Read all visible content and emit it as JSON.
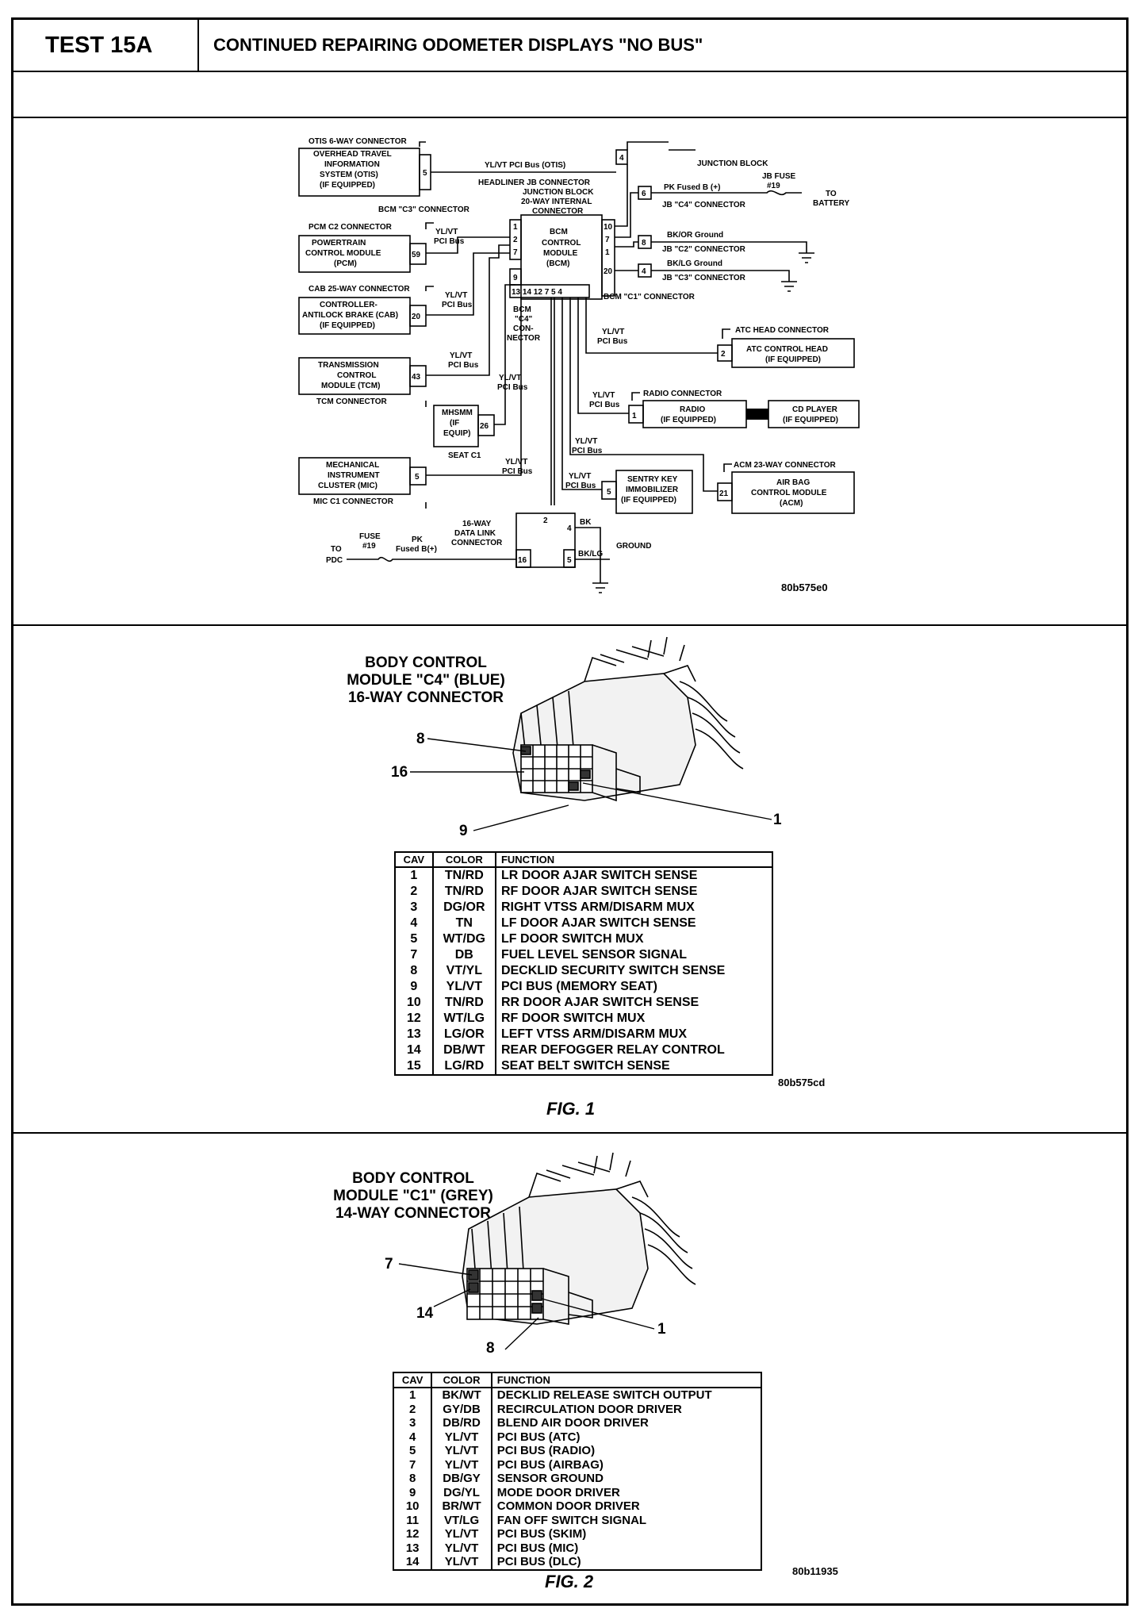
{
  "header": {
    "test_id": "TEST 15A",
    "title": "CONTINUED REPAIRING ODOMETER DISPLAYS \"NO BUS\""
  },
  "schematic": {
    "labels": {
      "otis_conn": "OTIS 6-WAY CONNECTOR",
      "otis1": "OVERHEAD TRAVEL",
      "otis2": "INFORMATION",
      "otis3": "SYSTEM (OTIS)",
      "otis4": "(IF EQUIPPED)",
      "otis_pin": "5",
      "otis_wire": "YL/VT PCI Bus (OTIS)",
      "headliner": "HEADLINER JB CONNECTOR",
      "jb_label": "JUNCTION BLOCK",
      "jb_internal1": "JUNCTION BLOCK",
      "jb_internal2": "20-WAY INTERNAL",
      "jb_internal3": "CONNECTOR",
      "bcm_c3": "BCM \"C3\" CONNECTOR",
      "bcm1": "BCM",
      "bcm2": "CONTROL",
      "bcm3": "MODULE",
      "bcm4": "(BCM)",
      "pcm_conn": "PCM C2 CONNECTOR",
      "pcm1": "POWERTRAIN",
      "pcm2": "CONTROL MODULE",
      "pcm3": "(PCM)",
      "pcm_pin": "59",
      "pci_yl": "YL/VT",
      "pci_bus": "PCI Bus",
      "cab_conn": "CAB 25-WAY CONNECTOR",
      "cab1": "CONTROLLER-",
      "cab2": "ANTILOCK BRAKE (CAB)",
      "cab3": "(IF EQUIPPED)",
      "cab_pin": "20",
      "tcm1": "TRANSMISSION",
      "tcm2": "CONTROL",
      "tcm3": "MODULE (TCM)",
      "tcm_conn": "TCM CONNECTOR",
      "tcm_pin": "43",
      "mhsmm1": "MHSMM",
      "mhsmm2": "(IF",
      "mhsmm3": "EQUIP)",
      "mhsmm_pin": "26",
      "seat_c1": "SEAT C1",
      "mic1": "MECHANICAL",
      "mic2": "INSTRUMENT",
      "mic3": "CLUSTER (MIC)",
      "mic_conn": "MIC C1 CONNECTOR",
      "mic_pin": "5",
      "bcm_c4_1": "BCM",
      "bcm_c4_2": "\"C4\"",
      "bcm_c4_3": "CON-",
      "bcm_c4_4": "NECTOR",
      "bcm_c1": "BCM \"C1\" CONNECTOR",
      "bcm_bottom_pins": "13 14  12  7  5  4",
      "pk_fused": "PK Fused B (+)",
      "jb_fuse1": "JB FUSE",
      "jb_fuse2": "#19",
      "to": "TO",
      "battery": "BATTERY",
      "jb_c4": "JB \"C4\" CONNECTOR",
      "bkor": "BK/OR Ground",
      "jb_c2": "JB \"C2\" CONNECTOR",
      "bklg_ground": "BK/LG Ground",
      "jb_c3": "JB \"C3\" CONNECTOR",
      "atc_conn": "ATC HEAD CONNECTOR",
      "atc1": "ATC CONTROL HEAD",
      "atc2": "(IF EQUIPPED)",
      "atc_pin": "2",
      "radio_conn": "RADIO CONNECTOR",
      "radio1": "RADIO",
      "radio2": "(IF EQUIPPED)",
      "radio_pin": "1",
      "cd1": "CD PLAYER",
      "cd2": "(IF EQUIPPED)",
      "sentry1": "SENTRY KEY",
      "sentry2": "IMMOBILIZER",
      "sentry3": "(IF EQUIPPED)",
      "sentry_pin": "5",
      "acm_conn": "ACM 23-WAY CONNECTOR",
      "acm1": "AIR BAG",
      "acm2": "CONTROL MODULE",
      "acm3": "(ACM)",
      "acm_pin": "21",
      "dlc1": "16-WAY",
      "dlc2": "DATA LINK",
      "dlc3": "CONNECTOR",
      "fuse1": "FUSE",
      "fuse2": "#19",
      "pk": "PK",
      "pk_fused2": "Fused B(+)",
      "to_pdc1": "TO",
      "to_pdc2": "PDC",
      "bk": "BK",
      "bklg": "BK/LG",
      "ground": "GROUND",
      "dlc_pin2": "2",
      "dlc_pin4": "4",
      "dlc_pin5": "5",
      "dlc_pin16": "16",
      "pin1": "1",
      "pin2": "2",
      "pin4": "4",
      "pin7": "7",
      "pin8": "8",
      "pin9": "9",
      "pin10": "10",
      "pin20": "20",
      "jb_pin4": "4",
      "jb_pin6": "6",
      "jb_pin8": "8",
      "jb_pin4b": "4"
    },
    "ref_code": "80b575e0"
  },
  "fig1": {
    "title_lines": [
      "BODY CONTROL",
      "MODULE \"C4\" (BLUE)",
      "16-WAY CONNECTOR"
    ],
    "callouts": [
      "8",
      "16",
      "9",
      "1"
    ],
    "headers": [
      "CAV",
      "COLOR",
      "FUNCTION"
    ],
    "rows": [
      {
        "cav": "1",
        "color": "TN/RD",
        "function": "LR DOOR AJAR SWITCH SENSE"
      },
      {
        "cav": "2",
        "color": "TN/RD",
        "function": "RF DOOR AJAR SWITCH SENSE"
      },
      {
        "cav": "3",
        "color": "DG/OR",
        "function": "RIGHT VTSS ARM/DISARM MUX"
      },
      {
        "cav": "4",
        "color": "TN",
        "function": "LF DOOR AJAR SWITCH SENSE"
      },
      {
        "cav": "5",
        "color": "WT/DG",
        "function": "LF DOOR SWITCH MUX"
      },
      {
        "cav": "7",
        "color": "DB",
        "function": "FUEL LEVEL SENSOR SIGNAL"
      },
      {
        "cav": "8",
        "color": "VT/YL",
        "function": "DECKLID SECURITY SWITCH SENSE"
      },
      {
        "cav": "9",
        "color": "YL/VT",
        "function": "PCI BUS (MEMORY SEAT)"
      },
      {
        "cav": "10",
        "color": "TN/RD",
        "function": "RR DOOR AJAR SWITCH SENSE"
      },
      {
        "cav": "12",
        "color": "WT/LG",
        "function": "RF DOOR SWITCH MUX"
      },
      {
        "cav": "13",
        "color": "LG/OR",
        "function": "LEFT VTSS ARM/DISARM MUX"
      },
      {
        "cav": "14",
        "color": "DB/WT",
        "function": "REAR DEFOGGER RELAY CONTROL"
      },
      {
        "cav": "15",
        "color": "LG/RD",
        "function": "SEAT BELT SWITCH SENSE"
      }
    ],
    "ref_code": "80b575cd",
    "fig_label": "FIG. 1"
  },
  "fig2": {
    "title_lines": [
      "BODY CONTROL",
      "MODULE \"C1\" (GREY)",
      "14-WAY CONNECTOR"
    ],
    "callouts": [
      "7",
      "14",
      "8",
      "1"
    ],
    "headers": [
      "CAV",
      "COLOR",
      "FUNCTION"
    ],
    "rows": [
      {
        "cav": "1",
        "color": "BK/WT",
        "function": "DECKLID RELEASE SWITCH OUTPUT"
      },
      {
        "cav": "2",
        "color": "GY/DB",
        "function": "RECIRCULATION DOOR DRIVER"
      },
      {
        "cav": "3",
        "color": "DB/RD",
        "function": "BLEND AIR DOOR DRIVER"
      },
      {
        "cav": "4",
        "color": "YL/VT",
        "function": "PCI BUS (ATC)"
      },
      {
        "cav": "5",
        "color": "YL/VT",
        "function": "PCI BUS (RADIO)"
      },
      {
        "cav": "7",
        "color": "YL/VT",
        "function": "PCI BUS (AIRBAG)"
      },
      {
        "cav": "8",
        "color": "DB/GY",
        "function": "SENSOR GROUND"
      },
      {
        "cav": "9",
        "color": "DG/YL",
        "function": "MODE DOOR DRIVER"
      },
      {
        "cav": "10",
        "color": "BR/WT",
        "function": "COMMON DOOR DRIVER"
      },
      {
        "cav": "11",
        "color": "VT/LG",
        "function": "FAN OFF SWITCH SIGNAL"
      },
      {
        "cav": "12",
        "color": "YL/VT",
        "function": "PCI BUS (SKIM)"
      },
      {
        "cav": "13",
        "color": "YL/VT",
        "function": "PCI BUS (MIC)"
      },
      {
        "cav": "14",
        "color": "YL/VT",
        "function": "PCI BUS (DLC)"
      }
    ],
    "ref_code": "80b11935",
    "fig_label": "FIG. 2"
  }
}
